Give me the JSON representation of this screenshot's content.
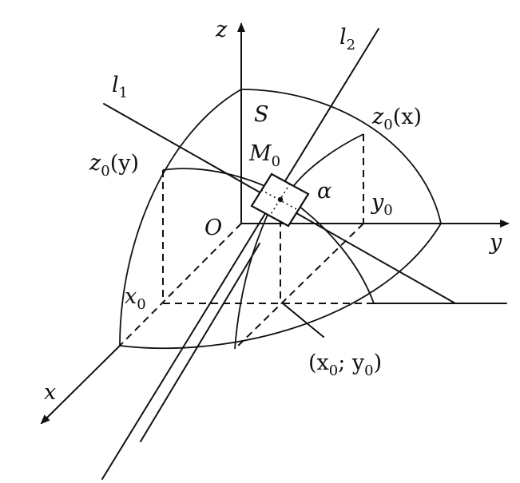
{
  "labels": {
    "z": "z",
    "y": "y",
    "x": "x",
    "l1": "l",
    "l1_sub": "1",
    "l2": "l",
    "l2_sub": "2",
    "S": "S",
    "O": "O",
    "M0": "M",
    "M0_sub": "0",
    "alpha": "α",
    "z0x": "z",
    "z0x_sub": "0",
    "z0x_arg": "(x)",
    "z0y": "z",
    "z0y_sub": "0",
    "z0y_arg": "(y)",
    "y0": "y",
    "y0_sub": "0",
    "x0": "x",
    "x0_sub": "0",
    "pt_open": "(x",
    "pt_sub1": "0",
    "pt_mid": "; y",
    "pt_sub2": "0",
    "pt_close": ")"
  }
}
